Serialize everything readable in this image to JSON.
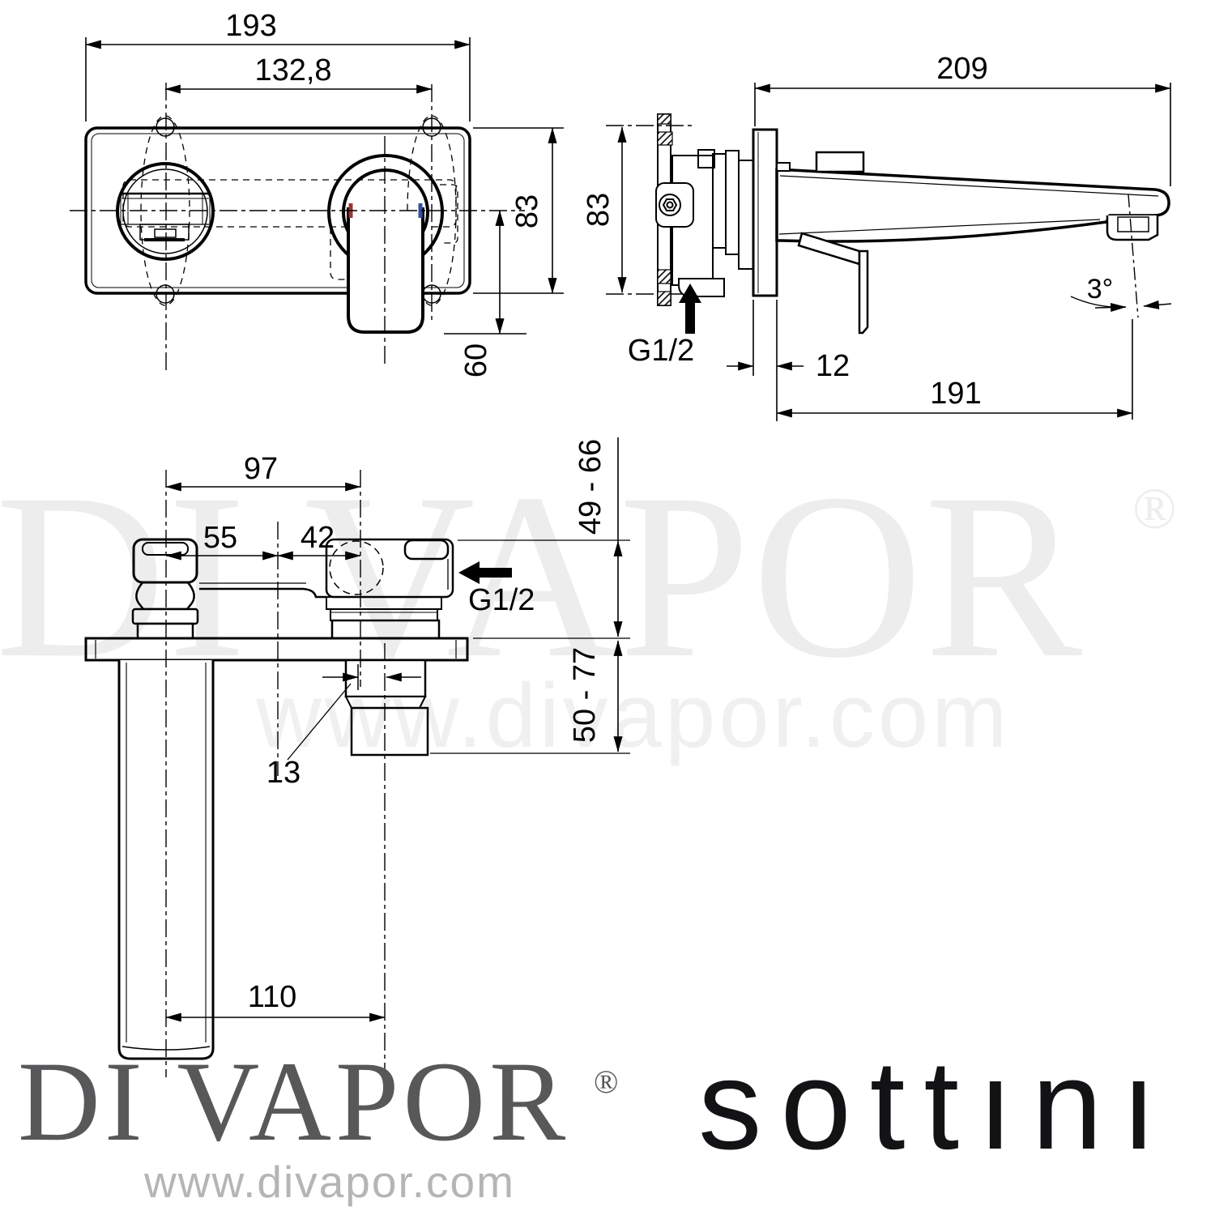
{
  "drawing": {
    "front_view": {
      "plate_width": "193",
      "hole_spacing": "132,8",
      "plate_height": "83",
      "lever_drop": "60"
    },
    "side_view": {
      "total_depth": "209",
      "plate_height": "83",
      "inlet_thread": "G1/2",
      "plate_offset": "12",
      "spout_reach": "191",
      "spout_angle": "3°"
    },
    "plan_view": {
      "handle_to_inlet": "97",
      "handle_to_mid": "55",
      "mid_to_inlet": "42",
      "rough_in_above_plate": "49 - 66",
      "rough_in_below_plate": "50 - 77",
      "inlet_thread": "G1/2",
      "center_offset": "13",
      "spout_to_stem": "110"
    },
    "colors": {
      "line": "#000000",
      "hot_tick": "#9c3434",
      "cold_tick": "#35509e",
      "watermark": "#ededed",
      "logo_gray": "#58585a",
      "logo_black": "#131316"
    }
  },
  "watermark": {
    "brand": "DI VAPOR",
    "reg": "®",
    "url": "www.divapor.com"
  },
  "footer": {
    "divapor_brand": "DI VAPOR",
    "divapor_reg": "®",
    "divapor_url": "www.divapor.com",
    "sottini_brand": "sottını"
  }
}
